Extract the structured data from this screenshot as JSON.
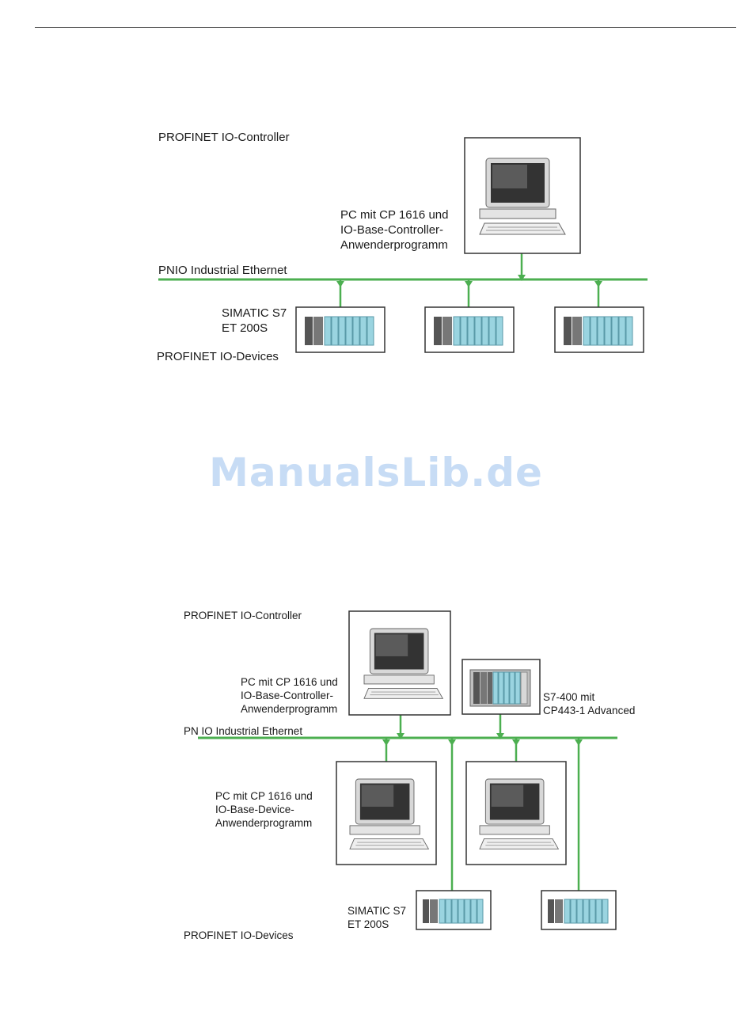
{
  "watermark": "ManualsLib.de",
  "colors": {
    "network": "#4caf50",
    "screen": "#2c2c2c",
    "module": "#9ad4e0"
  },
  "diagram1": {
    "controller_label": "PROFINET IO-Controller",
    "pc_label": "PC mit CP 1616 und\nIO-Base-Controller-\nAnwenderprogramm",
    "network_label": "PNIO Industrial Ethernet",
    "device_label": "SIMATIC S7\nET 200S",
    "devices_label": "PROFINET IO-Devices"
  },
  "diagram2": {
    "controller_label": "PROFINET IO-Controller",
    "pc_controller_label": "PC mit CP 1616 und\nIO-Base-Controller-\nAnwenderprogramm",
    "s7_label": "S7-400 mit\nCP443-1 Advanced",
    "network_label": "PN IO Industrial Ethernet",
    "pc_device_label": "PC mit CP 1616 und\nIO-Base-Device-\nAnwenderprogramm",
    "device_label": "SIMATIC S7\nET 200S",
    "devices_label": "PROFINET IO-Devices"
  }
}
